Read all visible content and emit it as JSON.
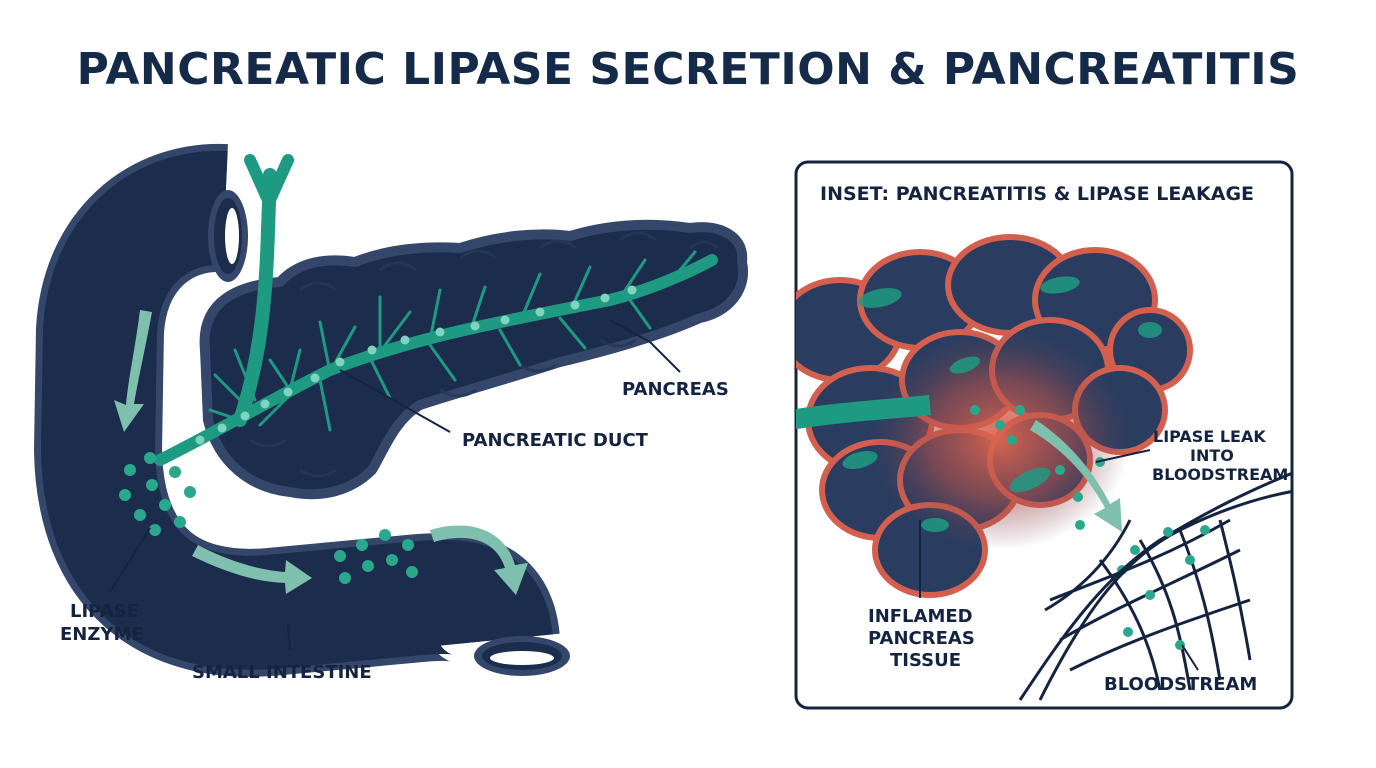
{
  "title": "PANCREATIC LIPASE SECRETION & PANCREATITIS",
  "main_diagram": {
    "labels": {
      "pancreas": "PANCREAS",
      "pancreatic_duct": "PANCREATIC DUCT",
      "lipase_enzyme_line1": "LIPASE",
      "lipase_enzyme_line2": "ENZYME",
      "small_intestine": "SMALL INTESTINE"
    }
  },
  "inset": {
    "title": "INSET: PANCREATITIS & LIPASE LEAKAGE",
    "labels": {
      "lipase_leak_line1": "LIPASE LEAK",
      "lipase_leak_line2": "INTO",
      "lipase_leak_line3": "BLOODSTREAM",
      "inflamed_line1": "INFLAMED",
      "inflamed_line2": "PANCREAS",
      "inflamed_line3": "TISSUE",
      "bloodstream": "BLOODSTREAM"
    }
  },
  "colors": {
    "organ_navy": "#1b2c4c",
    "organ_outline": "#34476a",
    "duct_teal": "#1f9a82",
    "enzyme_dot": "#2aa88c",
    "arrow_mint": "#7fbfae",
    "inflamed_red": "#d3604e",
    "text_dark": "#142440"
  }
}
